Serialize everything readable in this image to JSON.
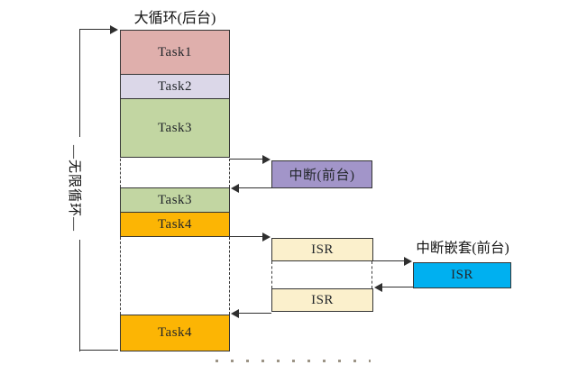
{
  "title": "大循环(后台)",
  "loop": {
    "label": "—无限循环—"
  },
  "background_tasks": {
    "task1": "Task1",
    "task2": "Task2",
    "task3": "Task3",
    "task3_resumed": "Task3",
    "task4": "Task4",
    "task4_resumed": "Task4"
  },
  "foreground": {
    "interrupt_label": "中断(前台)",
    "isr_first": "ISR",
    "isr_second": "ISR",
    "nested_title": "中断嵌套(前台)",
    "nested_isr": "ISR"
  },
  "colors": {
    "task1": "#dfafac",
    "task2": "#dbd7e8",
    "task3": "#c2d6a2",
    "task4": "#fcb504",
    "interrupt": "#a295c9",
    "isr": "#fbf0cc",
    "nested_isr": "#00b0f0",
    "line": "#2f2f2f"
  }
}
